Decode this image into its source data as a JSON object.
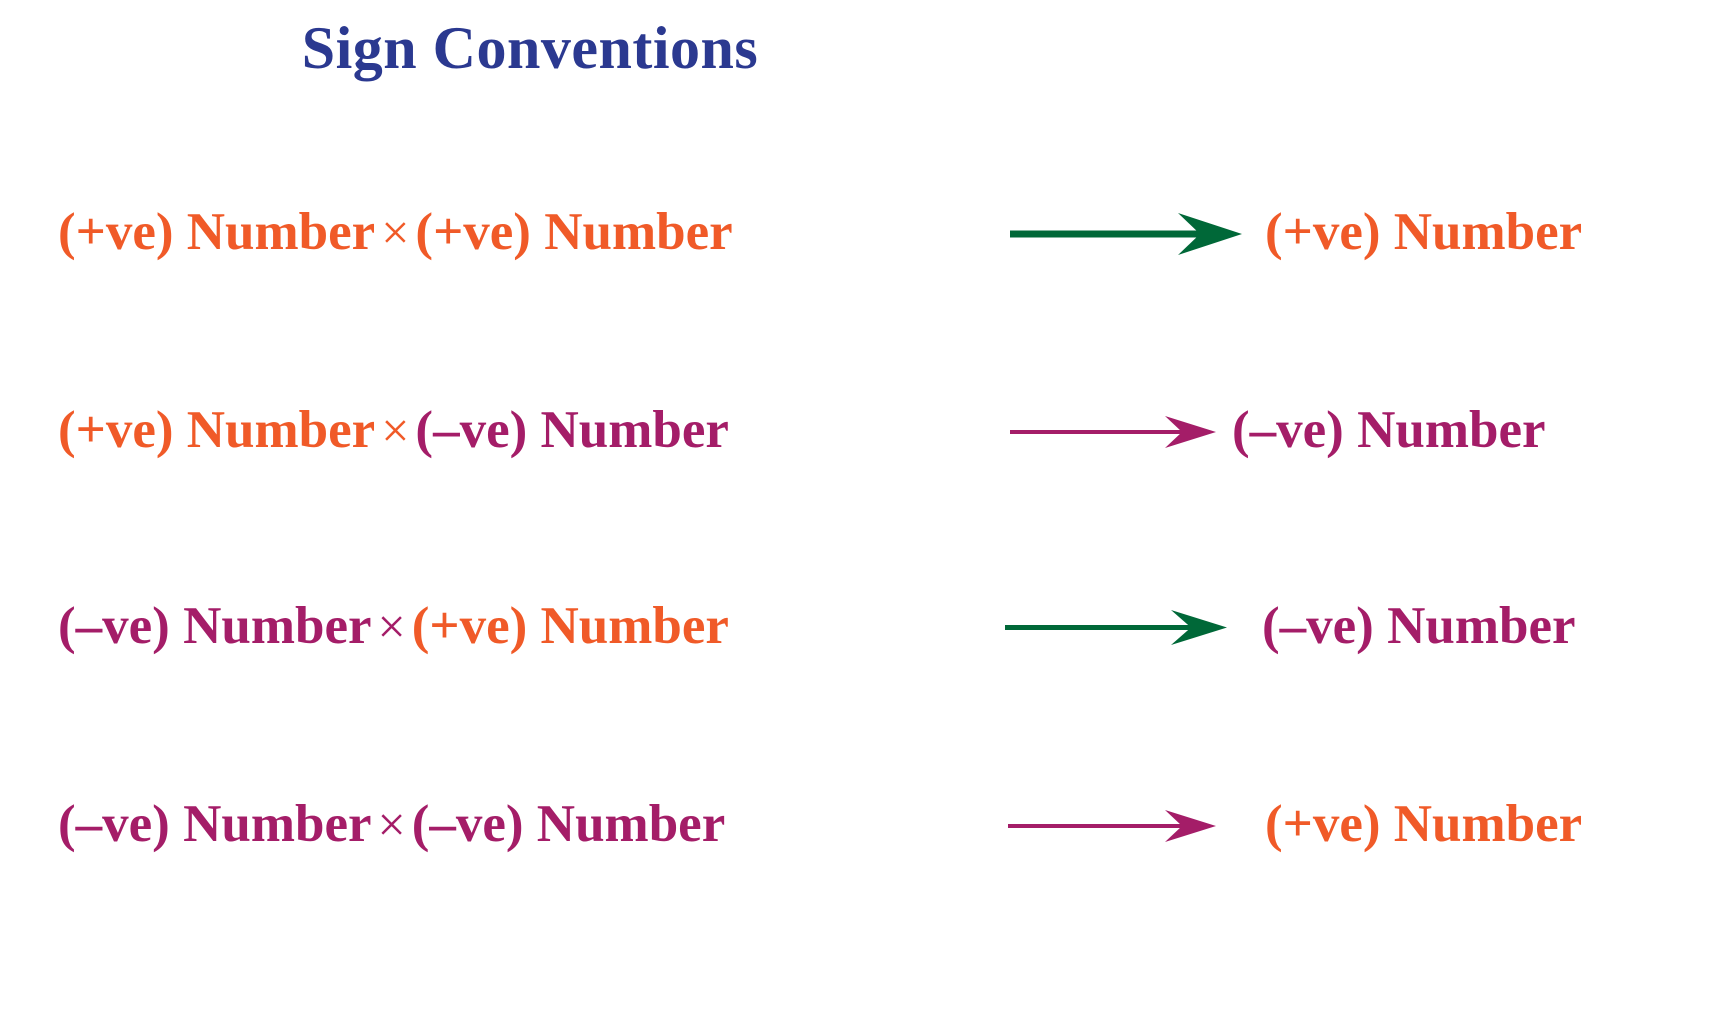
{
  "page": {
    "title": "Sign Conventions",
    "background": "#ffffff"
  },
  "colors": {
    "title": "#2b3990",
    "positive": "#f05a28",
    "negative": "#a41d68",
    "arrow_green": "#006838",
    "arrow_magenta": "#a41d68"
  },
  "symbols": {
    "multiply": "×",
    "positive_label": "(+ve)",
    "negative_label": "(–ve)",
    "number_word": "Number"
  },
  "rules": [
    {
      "id": "rule-pos-times-pos",
      "left_sign": "(+ve)",
      "left_word": "Number",
      "operator": "×",
      "right_sign": "(+ve)",
      "right_word": "Number",
      "result_sign": "(+ve)",
      "result_word": "Number",
      "left_sign_color": "positive",
      "right_sign_color": "positive",
      "result_color": "positive",
      "arrow_color": "#006838",
      "arrow_style": "thick"
    },
    {
      "id": "rule-pos-times-neg",
      "left_sign": "(+ve)",
      "left_word": "Number",
      "operator": "×",
      "right_sign": "(–ve)",
      "right_word": "Number",
      "result_sign": "(–ve)",
      "result_word": "Number",
      "left_sign_color": "positive",
      "right_sign_color": "negative",
      "result_color": "negative",
      "arrow_color": "#a41d68",
      "arrow_style": "thin"
    },
    {
      "id": "rule-neg-times-pos",
      "left_sign": "(–ve)",
      "left_word": "Number",
      "operator": "×",
      "right_sign": "(+ve)",
      "right_word": "Number",
      "result_sign": "(–ve)",
      "result_word": "Number",
      "left_sign_color": "negative",
      "right_sign_color": "positive",
      "result_color": "negative",
      "arrow_color": "#006838",
      "arrow_style": "thick"
    },
    {
      "id": "rule-neg-times-neg",
      "left_sign": "(–ve)",
      "left_word": "Number",
      "operator": "×",
      "right_sign": "(–ve)",
      "right_word": "Number",
      "result_sign": "(+ve)",
      "result_word": "Number",
      "left_sign_color": "negative",
      "right_sign_color": "negative",
      "result_color": "positive",
      "arrow_color": "#a41d68",
      "arrow_style": "thin"
    }
  ]
}
